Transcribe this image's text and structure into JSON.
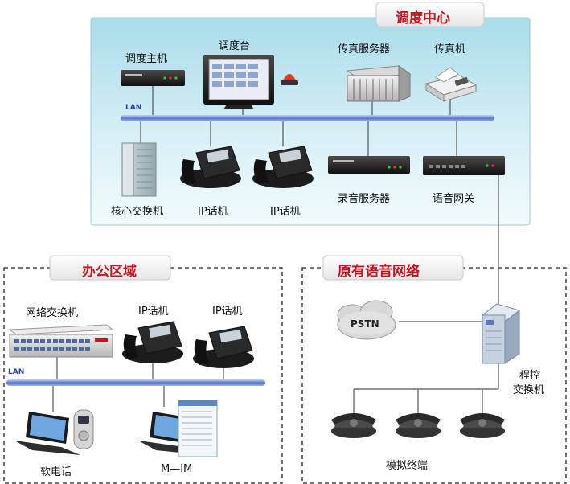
{
  "sections": {
    "dispatch_center": "调度中心",
    "office_area": "办公区域",
    "legacy_voice_network": "原有语音网络"
  },
  "devices": {
    "dispatch_host": "调度主机",
    "dispatch_console": "调度台",
    "fax_server": "传真服务器",
    "fax_machine": "传真机",
    "core_switch": "核心交换机",
    "ip_phone": "IP话机",
    "recording_server": "录音服务器",
    "voice_gateway": "语音网关",
    "network_switch": "网络交换机",
    "softphone": "软电话",
    "m_im": "M—IM",
    "pstn": "PSTN",
    "pbx_line1": "程控",
    "pbx_line2": "交换机",
    "analog_terminal": "模拟终端"
  },
  "lan_label": "LAN",
  "colors": {
    "title_red": "#c8141e",
    "lan_bar": "#5a78c8",
    "panel_top": "#a9dcea",
    "panel_bottom": "#f1fafd",
    "dash_border": "#222222"
  }
}
